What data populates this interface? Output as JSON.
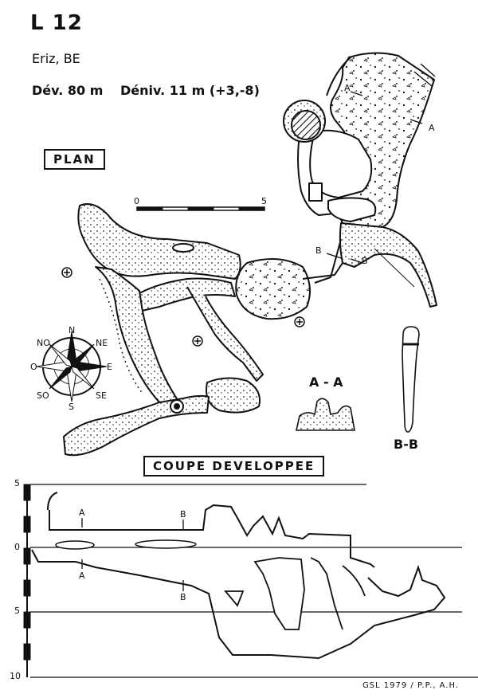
{
  "header": {
    "cave_id": "L 12",
    "location": "Eriz, BE",
    "development": "Dév. 80 m",
    "denivellation": "Déniv. 11 m (+3,-8)"
  },
  "plan": {
    "title": "PLAN",
    "scale_start": "0",
    "scale_end": "5",
    "section_marks": [
      "A",
      "A",
      "B",
      "B"
    ],
    "compass": {
      "north": "N",
      "northeast": "NE",
      "east": "E",
      "southeast": "SE",
      "south": "S",
      "southwest": "SO",
      "west": "O",
      "northwest": "NO"
    },
    "section_aa_label": "A - A",
    "section_bb_label": "B-B"
  },
  "coupe": {
    "title": "COUPE DEVELOPPEE",
    "depth_ticks": [
      "5",
      "0",
      "5",
      "10"
    ],
    "section_marks": [
      "A",
      "A",
      "B",
      "B"
    ]
  },
  "footer": {
    "credit": "GSL 1979 / P.P., A.H."
  }
}
